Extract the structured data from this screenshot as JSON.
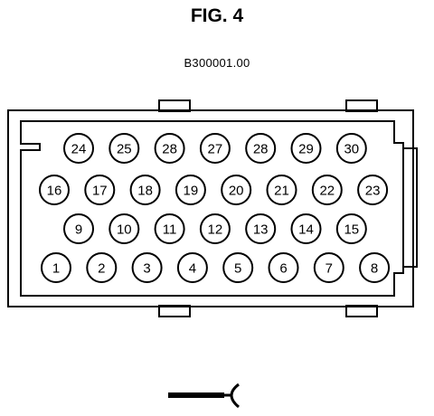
{
  "figure": {
    "title": "FIG. 4",
    "code": "B300001.00"
  },
  "connector": {
    "rows": [
      [
        "24",
        "25",
        "28",
        "27",
        "28",
        "29",
        "30"
      ],
      [
        "16",
        "17",
        "18",
        "19",
        "20",
        "21",
        "22",
        "23"
      ],
      [
        "9",
        "10",
        "11",
        "12",
        "13",
        "14",
        "15"
      ],
      [
        "1",
        "2",
        "3",
        "4",
        "5",
        "6",
        "7",
        "8"
      ]
    ]
  },
  "colors": {
    "line": "#000000",
    "background": "#ffffff"
  },
  "icons": [
    "connector-housing-outline",
    "locking-tab",
    "wire-harness-symbol"
  ]
}
